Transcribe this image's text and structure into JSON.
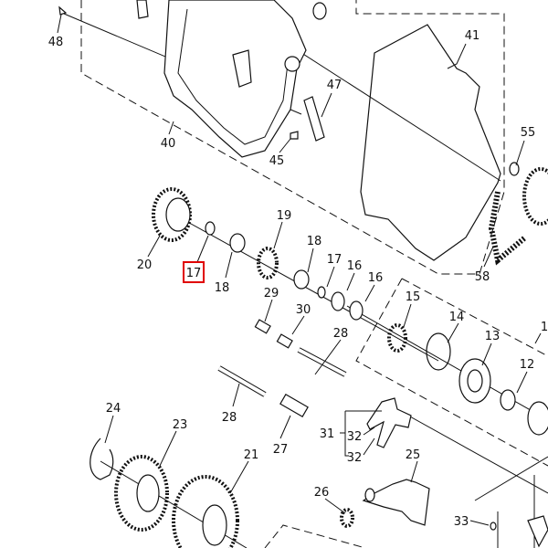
{
  "diagram": {
    "highlight_color": "#e00000",
    "highlighted_label": "17",
    "labels": [
      "48",
      "41",
      "40",
      "47",
      "45",
      "55",
      "19",
      "20",
      "17",
      "18",
      "18",
      "17",
      "16",
      "16",
      "58",
      "29",
      "30",
      "28",
      "15",
      "14",
      "13",
      "1",
      "12",
      "28",
      "27",
      "24",
      "23",
      "21",
      "31",
      "32",
      "32",
      "25",
      "26",
      "33"
    ]
  }
}
